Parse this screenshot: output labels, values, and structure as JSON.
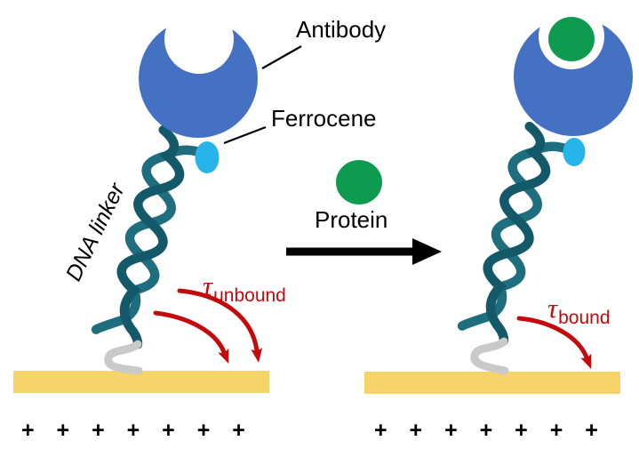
{
  "figure": {
    "labels": {
      "antibody": "Antibody",
      "ferrocene": "Ferrocene",
      "protein": "Protein",
      "dna_linker": "DNA linker",
      "tau_symbol": "τ",
      "unbound_subscript": "unbound",
      "bound_subscript": "bound",
      "surface_charges_left": "+ + + + + + +",
      "surface_charges_right": "+ + + + + + +"
    },
    "colors": {
      "antibody-blue": "#4571c3",
      "ferrocene-cyan": "#27b4e9",
      "protein-green": "#0f9b4f",
      "dna-strand-dark": "#14596a",
      "dna-strand-light": "#1f6e80",
      "linker-gray": "#c9c9c9",
      "electrode-gold": "#f7d469",
      "arrow-red": "#c40a0a",
      "ink-black": "#000000",
      "background": "#ffffff"
    }
  }
}
